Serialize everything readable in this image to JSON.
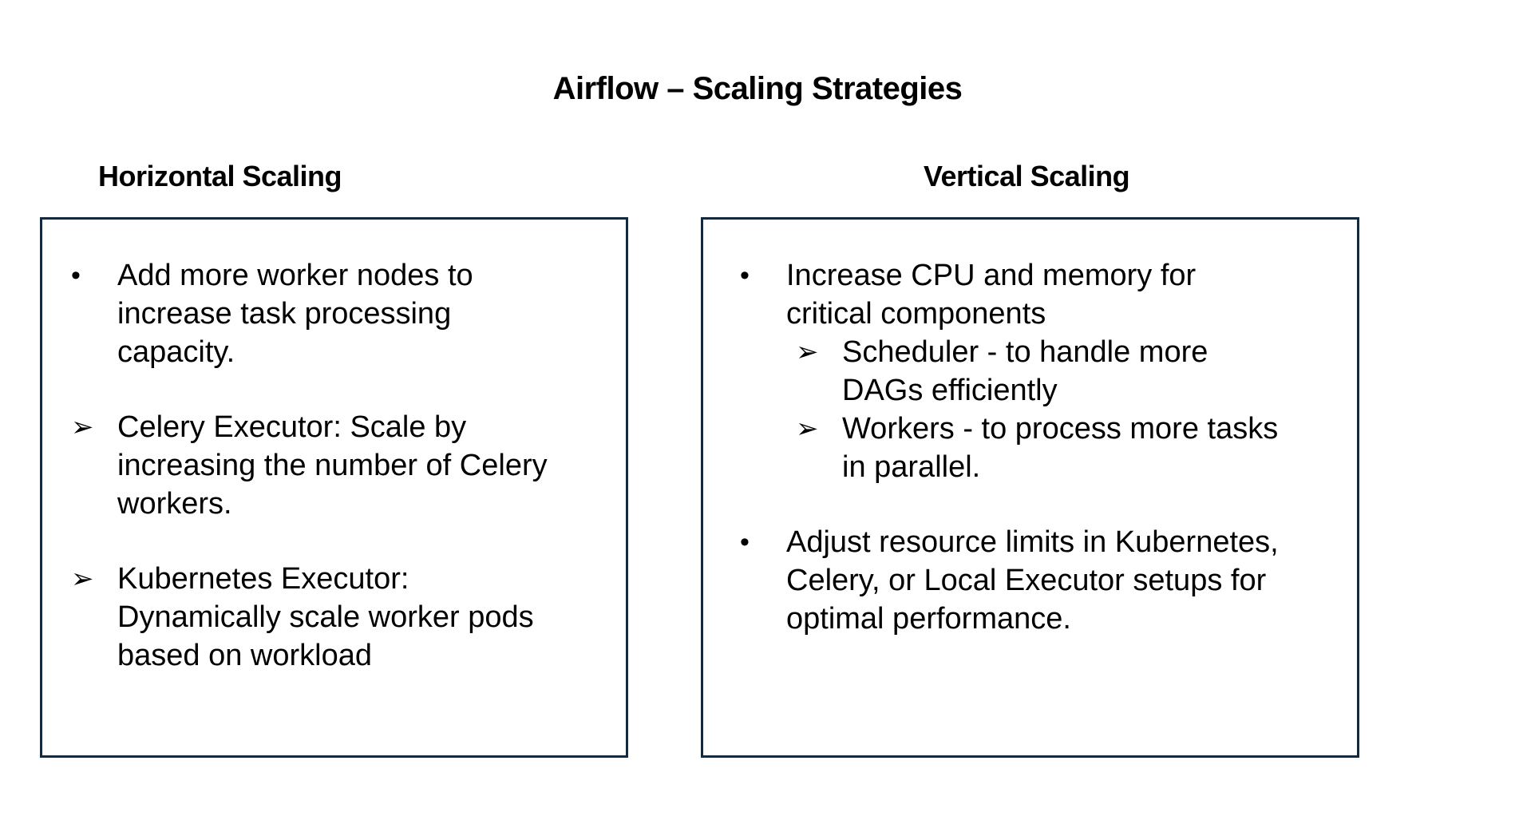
{
  "title": "Airflow – Scaling Strategies",
  "colors": {
    "background": "#ffffff",
    "text": "#000000",
    "box_border": "#142a3c"
  },
  "columns": [
    {
      "heading": "Horizontal Scaling",
      "items": [
        {
          "marker": "•",
          "text": "Add more worker nodes to\nincrease task processing\ncapacity."
        },
        {
          "marker": "➢",
          "text": "Celery Executor: Scale by\nincreasing the number of Celery\nworkers."
        },
        {
          "marker": "➢",
          "text": "Kubernetes Executor:\nDynamically scale worker pods\nbased on workload"
        }
      ]
    },
    {
      "heading": "Vertical Scaling",
      "items": [
        {
          "marker": "•",
          "text": "Increase CPU and memory for\ncritical components",
          "subitems": [
            {
              "marker": "➢",
              "text": "Scheduler - to handle more\nDAGs efficiently"
            },
            {
              "marker": "➢",
              "text": "Workers - to process more tasks\nin parallel."
            }
          ]
        },
        {
          "marker": "•",
          "text": "Adjust resource limits in Kubernetes,\nCelery, or Local Executor setups for\noptimal performance."
        }
      ]
    }
  ]
}
